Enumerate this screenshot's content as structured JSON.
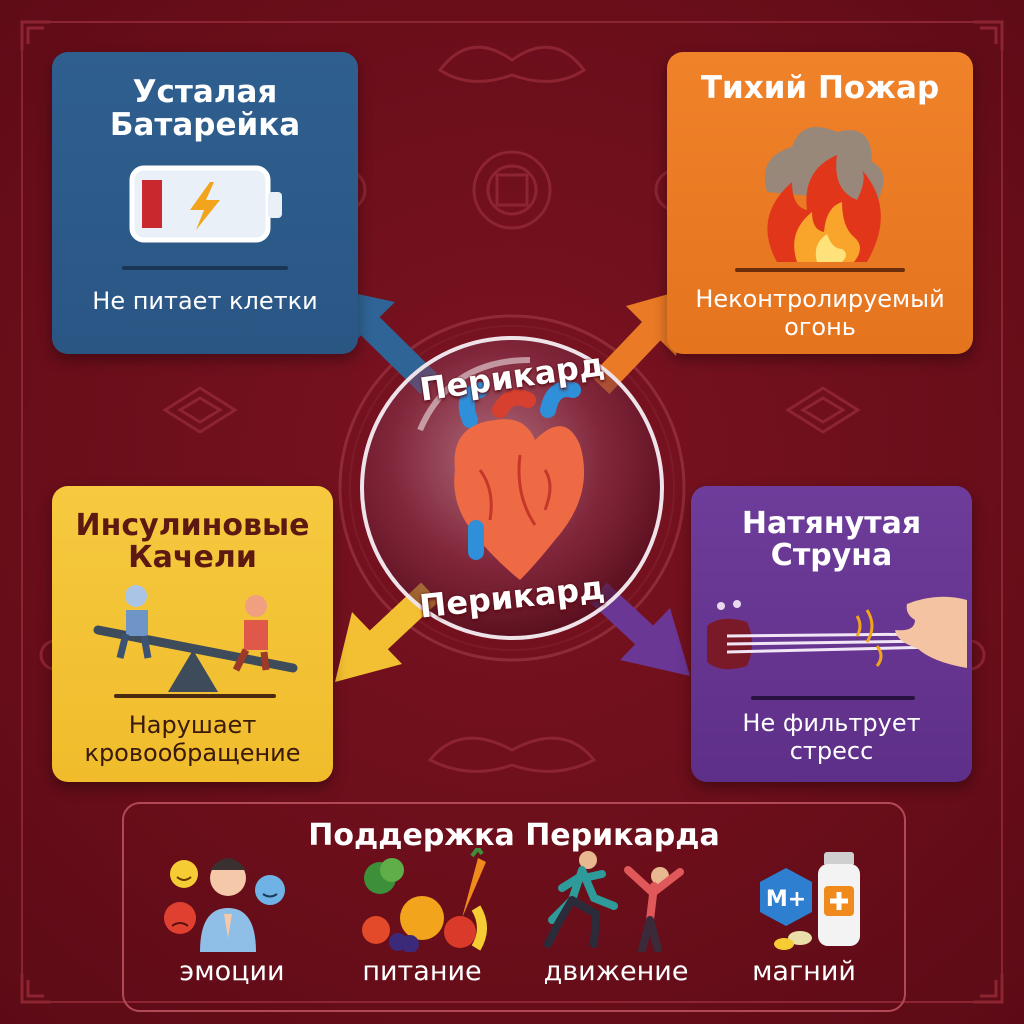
{
  "cards": {
    "blue": {
      "title_line1": "Усталая",
      "title_line2": "Батарейка",
      "subtitle": "Не питает клетки",
      "color": "#2f5f8f"
    },
    "orange": {
      "title": "Тихий Пожар",
      "subtitle_line1": "Неконтролируемый",
      "subtitle_line2": "огонь",
      "color": "#f0822a"
    },
    "yellow": {
      "title_line1": "Инсулиновые",
      "title_line2": "Качели",
      "subtitle_line1": "Нарушает",
      "subtitle_line2": "кровообращение",
      "color": "#f6c93f"
    },
    "purple": {
      "title_line1": "Натянутая",
      "title_line2": "Струна",
      "subtitle_line1": "Не фильтрует",
      "subtitle_line2": "стресс",
      "color": "#6e3c9a"
    }
  },
  "center": {
    "label_top": "Перикард",
    "label_bottom": "Перикард"
  },
  "support": {
    "title": "Поддержка Перикарда",
    "items": [
      {
        "label": "эмоции",
        "icon": "emotions-icon"
      },
      {
        "label": "питание",
        "icon": "food-icon"
      },
      {
        "label": "движение",
        "icon": "exercise-icon"
      },
      {
        "label": "магний",
        "icon": "magnesium-icon"
      }
    ],
    "magnesium_badge": "M+"
  },
  "colors": {
    "background": "#6e0f1c",
    "accent_border": "#b24a56"
  }
}
